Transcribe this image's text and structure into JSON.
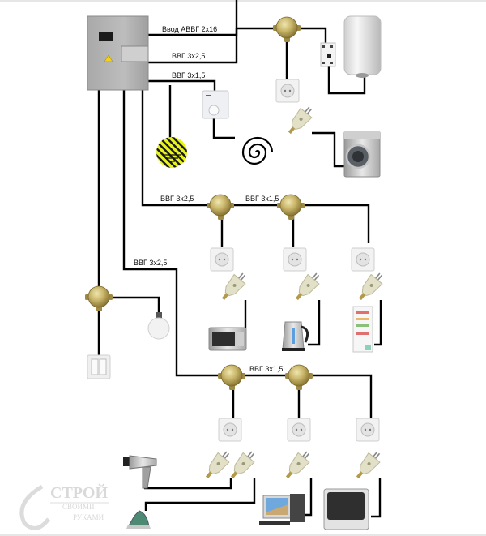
{
  "diagram": {
    "title": "Схема электропроводки в квартире",
    "cable_labels": {
      "input": "Ввод АВВГ 2х16",
      "boiler_line": "ВВГ 3х2,5",
      "heating_line": "ВВГ 3х1,5",
      "kitchen_line": "ВВГ 3х2,5",
      "kitchen_between": "ВВГ 3х1,5",
      "room_line": "ВВГ 3х2,5",
      "room_between": "ВВГ 3х1,5"
    },
    "components": {
      "panel": "Электрощит",
      "grounding": "Заземление",
      "thermostat": "Терморегулятор",
      "heating_coil": "Тёплый пол",
      "rcd": "УЗО",
      "boiler": "Водонагреватель",
      "washer": "Стиральная машина",
      "microwave": "Микроволновка",
      "kettle": "Чайник",
      "fridge": "Холодильник",
      "lamp": "Лампа",
      "switch": "Выключатель",
      "hairdryer": "Фен",
      "iron": "Утюг",
      "computer": "Компьютер",
      "tv": "Телевизор"
    },
    "colors": {
      "wire": "#000000",
      "junction_box": "#c2b36a",
      "ground": "#e6f21e",
      "panel": "#b3b3b3"
    }
  },
  "watermark": {
    "line1": "СТРОЙ",
    "line2": "СВОИМИ",
    "line3": "РУКАМИ"
  }
}
